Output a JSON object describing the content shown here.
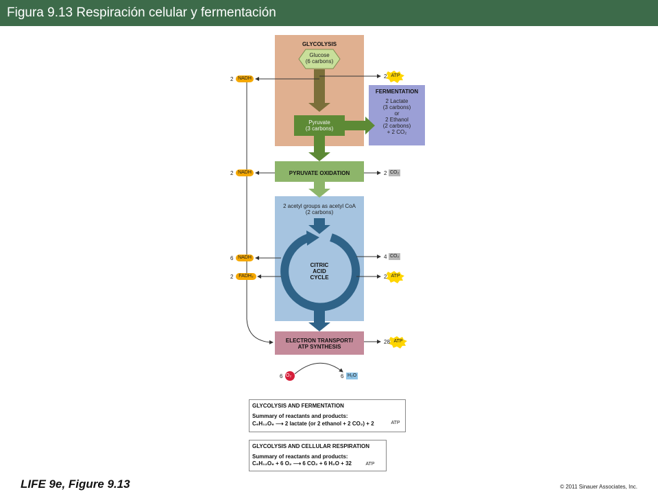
{
  "header": {
    "title": "Figura 9.13  Respiración celular y fermentación"
  },
  "glycolysis": {
    "title": "GLYCOLYSIS",
    "glucose": [
      "Glucose",
      "(6 carbons)"
    ],
    "pyruvate": [
      "Pyruvate",
      "(3 carbons)"
    ],
    "nadh_count": "2",
    "nadh_label": "NADH",
    "atp_count": "2",
    "atp_label": "ATP"
  },
  "fermentation": {
    "title": "FERMENTATION",
    "lines": [
      "2 Lactate",
      "(3 carbons)",
      "or",
      "2 Ethanol",
      "(2 carbons)",
      "+ 2 CO₂"
    ]
  },
  "pyruvate_oxidation": {
    "title": "PYRUVATE OXIDATION",
    "nadh_count": "2",
    "nadh_label": "NADH",
    "co2_count": "2",
    "co2_label": "CO₂"
  },
  "citric": {
    "acetyl": [
      "2 acetyl groups as acetyl CoA",
      "(2 carbons)"
    ],
    "title": [
      "CITRIC",
      "ACID",
      "CYCLE"
    ],
    "nadh_count": "6",
    "nadh_label": "NADH",
    "fadh_count": "2",
    "fadh_label": "FADH₂",
    "co2_count": "4",
    "co2_label": "CO₂",
    "atp_count": "2",
    "atp_label": "ATP"
  },
  "electron_transport": {
    "title": [
      "ELECTRON TRANSPORT/",
      "ATP SYNTHESIS"
    ],
    "atp_count": "28",
    "atp_label": "ATP",
    "o2_count": "6",
    "o2_label": "O₂",
    "h2o_count": "6",
    "h2o_label": "H₂O"
  },
  "summary1": {
    "heading": "GLYCOLYSIS AND FERMENTATION",
    "subheading": "Summary of reactants and products:",
    "equation": "C₆H₁₂O₆ ⟶ 2 lactate (or 2 ethanol + 2 CO₂) + 2",
    "atp_label": "ATP"
  },
  "summary2": {
    "heading": "GLYCOLYSIS AND CELLULAR RESPIRATION",
    "subheading": "Summary of reactants and products:",
    "equation": "C₆H₁₂O₆ + 6 O₂ ⟶ 6 CO₂ + 6 H₂O + 32",
    "atp_label": "ATP"
  },
  "footer": {
    "left": "LIFE 9e, Figure 9.13",
    "right": "© 2011 Sinauer Associates, Inc."
  },
  "colors": {
    "title_bar": "#3d6b4a",
    "glycolysis_bg": "#e0b090",
    "fermentation_bg": "#9b9fd6",
    "pyruvate_oxidation_bg": "#8db56a",
    "citric_bg": "#a6c4e0",
    "electron_transport_bg": "#c48a9a",
    "nadh": "#f5a800",
    "cycle_arrow": "#2f6388"
  }
}
